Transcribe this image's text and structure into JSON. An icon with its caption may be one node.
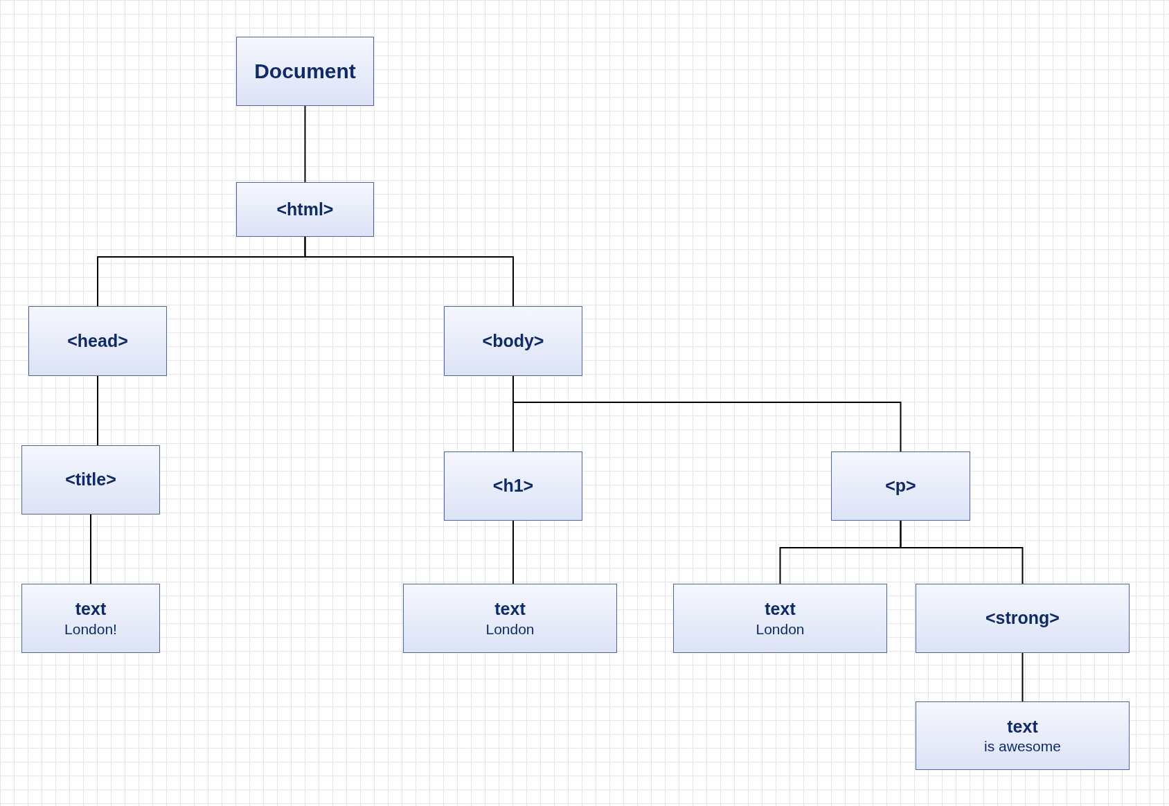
{
  "diagram": {
    "nodes": [
      {
        "text": [
          "Document"
        ]
      },
      {
        "text": [
          "<html>"
        ]
      },
      {
        "text": [
          "<head>"
        ]
      },
      {
        "text": [
          "<body>"
        ]
      },
      {
        "text": [
          "<title>"
        ]
      },
      {
        "text": [
          "<h1>"
        ]
      },
      {
        "text": [
          "<p>"
        ]
      },
      {
        "text": [
          "text",
          "London!"
        ]
      },
      {
        "text": [
          "text",
          "London"
        ]
      },
      {
        "text": [
          "text",
          "London"
        ]
      },
      {
        "text": [
          "<strong>"
        ]
      },
      {
        "text": [
          "text",
          "is awesome"
        ]
      }
    ],
    "edges": [
      {
        "from": 0,
        "to": 1,
        "arrow": "none"
      },
      {
        "from": 1,
        "to": 2,
        "arrow": "none"
      },
      {
        "from": 1,
        "to": 3,
        "arrow": "none"
      },
      {
        "from": 2,
        "to": 4,
        "arrow": "none"
      },
      {
        "from": 3,
        "to": 5,
        "arrow": "none"
      },
      {
        "from": 3,
        "to": 6,
        "arrow": "none"
      },
      {
        "from": 4,
        "to": 7,
        "arrow": "none"
      },
      {
        "from": 5,
        "to": 8,
        "arrow": "none"
      },
      {
        "from": 6,
        "to": 9,
        "arrow": "none"
      },
      {
        "from": 6,
        "to": 10,
        "arrow": "none"
      },
      {
        "from": 10,
        "to": 11,
        "arrow": "none"
      }
    ]
  }
}
